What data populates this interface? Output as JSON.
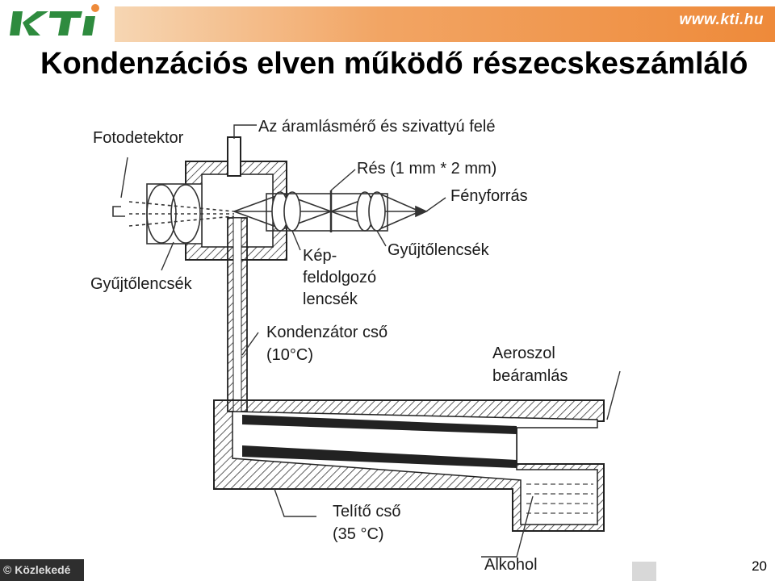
{
  "header": {
    "logo_text": "KTI",
    "url": "www.kti.hu",
    "brand_color": "#2e8b3e",
    "accent_color": "#ee8a3a"
  },
  "title": "Kondenzációs elven működő részecskeszámláló",
  "diagram": {
    "labels": {
      "fotodetektor": "Fotodetektor",
      "outlet": "Az áramlásmérő és szivattyú felé",
      "slit": "Rés (1 mm * 2 mm)",
      "light_source": "Fényforrás",
      "imaging_lens_1": "Kép-",
      "imaging_lens_2": "feldolgozó",
      "imaging_lens_3": "lencsék",
      "collecting_lens_right": "Gyűjtőlencsék",
      "collecting_lens_left": "Gyűjtőlencsék",
      "condenser_1": "Kondenzátor cső",
      "condenser_2": "(10°C)",
      "aerosol_1": "Aeroszol",
      "aerosol_2": "beáramlás",
      "saturator_1": "Telítő cső",
      "saturator_2": "(35 °C)",
      "alcohol": "Alkohol"
    }
  },
  "footer": {
    "copyright": "© Közlekedé",
    "page_number": "20"
  }
}
